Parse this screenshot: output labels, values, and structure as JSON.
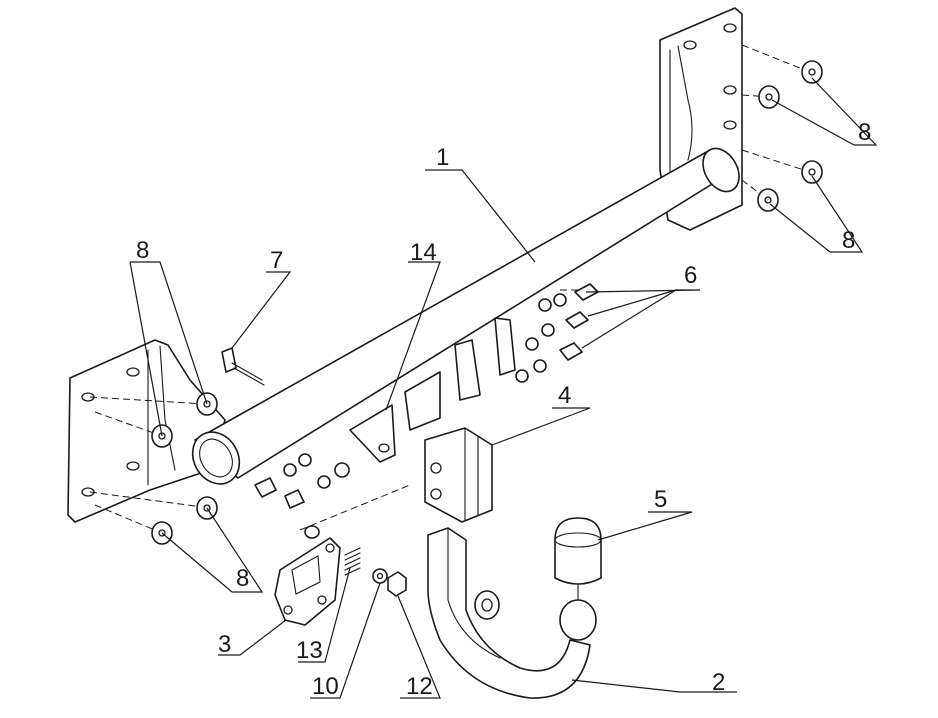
{
  "callouts": [
    {
      "id": "tow-bar-crossbeam",
      "label": "1"
    },
    {
      "id": "swan-neck-ball-arm",
      "label": "2"
    },
    {
      "id": "socket-plate",
      "label": "3"
    },
    {
      "id": "arm-mounting-block",
      "label": "4"
    },
    {
      "id": "ball-cover",
      "label": "5"
    },
    {
      "id": "bolt-set",
      "label": "6"
    },
    {
      "id": "long-bolt",
      "label": "7"
    },
    {
      "id": "washer-right-upper",
      "label": "8"
    },
    {
      "id": "washer-right-lower",
      "label": "8"
    },
    {
      "id": "washer-left-upper",
      "label": "8"
    },
    {
      "id": "washer-left-lower",
      "label": "8"
    },
    {
      "id": "washer-small",
      "label": "10"
    },
    {
      "id": "lock-nut",
      "label": "12"
    },
    {
      "id": "spring",
      "label": "13"
    },
    {
      "id": "center-bracket",
      "label": "14"
    }
  ]
}
